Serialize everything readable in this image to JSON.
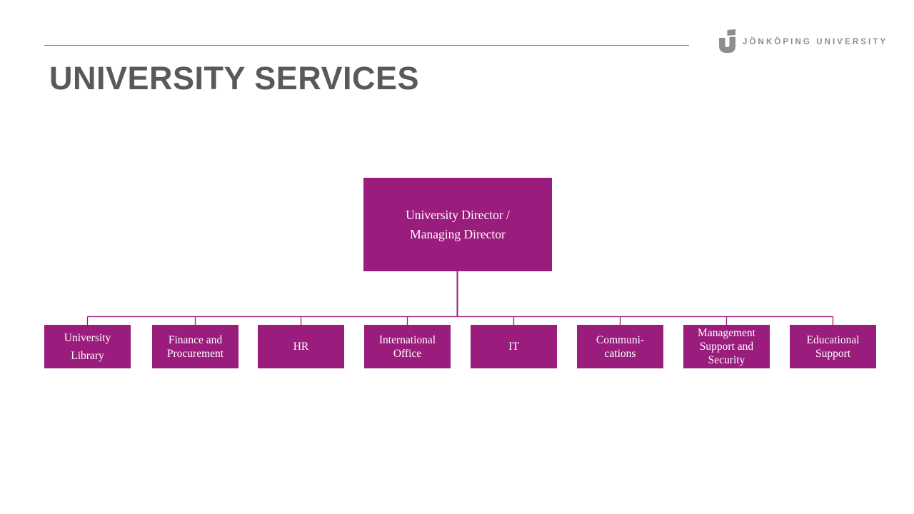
{
  "colors": {
    "accent": "#9A1C7C",
    "title_gray": "#595959",
    "logo_gray": "#8d8d8d",
    "rule_gray": "#808080"
  },
  "brand": {
    "logo_text": "JÖNKÖPING UNIVERSITY",
    "logo_icon": "ju-j-monogram"
  },
  "header": {
    "title": "UNIVERSITY SERVICES"
  },
  "org_chart": {
    "root": {
      "label": "University Director /\nManaging Director"
    },
    "departments": [
      {
        "label": "University\nLibrary"
      },
      {
        "label": "Finance and\nProcurement"
      },
      {
        "label": "HR"
      },
      {
        "label": "International\nOffice"
      },
      {
        "label": "IT"
      },
      {
        "label": "Communi-\ncations"
      },
      {
        "label": "Management\nSupport and\nSecurity"
      },
      {
        "label": "Educational\nSupport"
      }
    ]
  }
}
